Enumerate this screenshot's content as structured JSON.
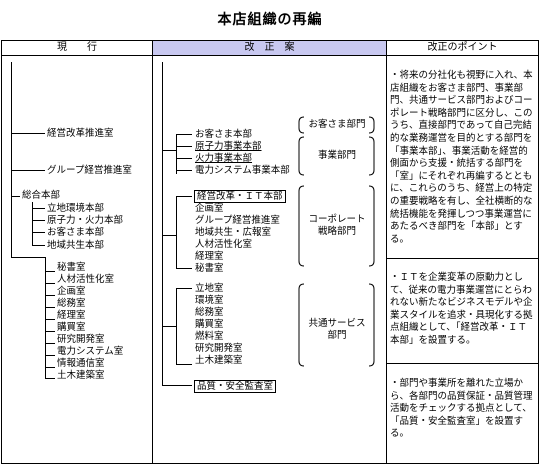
{
  "title": "本店組織の再編",
  "columns": {
    "current": "現　　行",
    "proposal": "改　正　案",
    "points": "改正のポイント"
  },
  "current": {
    "keiei_kaikaku": "経営改革推進室",
    "group_keiei": "グループ経営推進室",
    "sogo_honbu": "総合本部",
    "sogo_items": [
      "立地環境本部",
      "原子力・火力本部",
      "お客さま本部",
      "地域共生本部"
    ],
    "shitsu_items": [
      "秘書室",
      "人材活性化室",
      "企画室",
      "総務室",
      "経理室",
      "購買室",
      "研究開発室",
      "電力システム室",
      "情報通信室",
      "土木建築室"
    ]
  },
  "proposal": {
    "group1": [
      "お客さま本部",
      "原子力事業本部",
      "火力事業本部",
      "電力システム事業本部"
    ],
    "group2": [
      "経営改革・ＩＴ本部",
      "企画室",
      "グループ経営推進室",
      "地域共生・広報室",
      "人材活性化室",
      "経理室",
      "秘書室"
    ],
    "group3": [
      "立地室",
      "環境室",
      "総務室",
      "購買室",
      "燃料室",
      "研究開発室",
      "土木建築室"
    ],
    "quality": "品質・安全監査室"
  },
  "brackets": {
    "okyakusama": "お客さま部門",
    "jigyo": "事業部門",
    "corporate": "コーポレート\n戦略部門",
    "kyotsu": "共通サービス\n部門"
  },
  "points": [
    "・将来の分社化も視野に入れ、本店組織をお客さま部門、事業部門、共通サービス部門およびコーポレート戦略部門に区分し、このうち、直接部門であって自己完結的な業務運営を目的とする部門を「事業本部」、事業活動を経営的側面から支援・統括する部門を「室」にそれぞれ再編するとともに、これらのうち、経営上の特定の重要戦略を有し、全社横断的な統括機能を発揮しつつ事業運営にあたるべき部門を「本部」とする。",
    "・ＩＴを企業変革の原動力として、従来の電力事業運営にとらわれない新たなビジネスモデルや企業スタイルを追求・具現化する拠点組織として、「経営改革・ＩＴ本部」を設置する。",
    "・部門や事業所を離れた立場から、各部門の品質保証・品質管理活動をチェックする拠点として、「品質・安全監査室」を設置する。"
  ]
}
